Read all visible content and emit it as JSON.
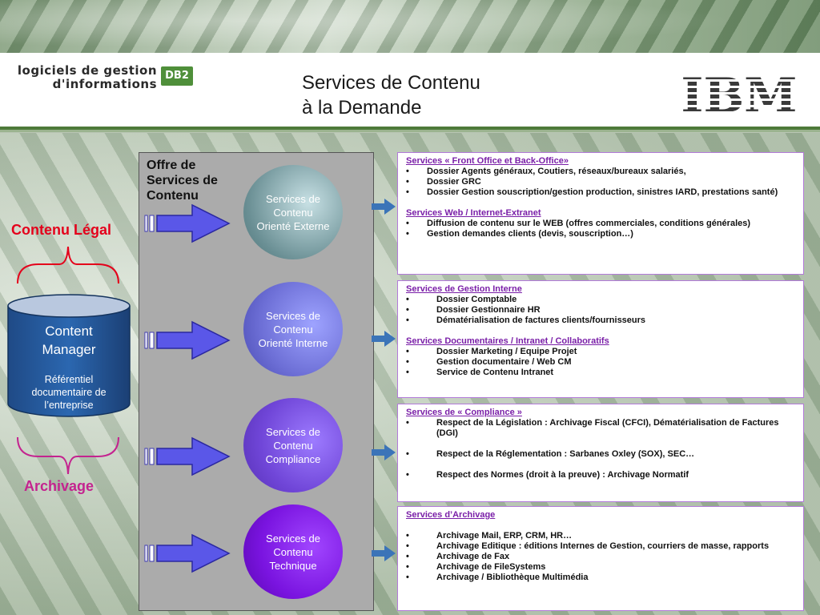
{
  "header": {
    "logo_line1": "logiciels de gestion",
    "logo_line2": "d'informations",
    "db2_badge": "DB2",
    "title_line1": "Services de Contenu",
    "title_line2": "à la Demande",
    "brand": "IBM"
  },
  "left": {
    "label_top": "Contenu Légal",
    "label_bottom": "Archivage",
    "database": {
      "title_line1": "Content",
      "title_line2": "Manager",
      "subtitle_line1": "Référentiel",
      "subtitle_line2": "documentaire de",
      "subtitle_line3": "l’entreprise"
    }
  },
  "panel": {
    "title_line1": "Offre de",
    "title_line2": "Services de",
    "title_line3": "Contenu",
    "circles": [
      {
        "line1": "Services de",
        "line2": "Contenu",
        "line3": "Orienté Externe"
      },
      {
        "line1": "Services de",
        "line2": "Contenu",
        "line3": "Orienté Interne"
      },
      {
        "line1": "Services de",
        "line2": "Contenu",
        "line3": "Compliance"
      },
      {
        "line1": "Services de",
        "line2": "Contenu",
        "line3": "Technique"
      }
    ]
  },
  "boxes": [
    {
      "sections": [
        {
          "title": "Services « Front Office et Back-Office»",
          "items": [
            "Dossier Agents généraux, Coutiers, réseaux/bureaux salariés,",
            "Dossier GRC",
            "Dossier Gestion souscription/gestion production, sinistres IARD, prestations santé)"
          ]
        },
        {
          "title": "Services Web / Internet-Extranet",
          "items": [
            "Diffusion de contenu sur le WEB (offres commerciales, conditions générales)",
            "Gestion demandes clients (devis, souscription…)"
          ]
        }
      ]
    },
    {
      "sections": [
        {
          "title": "Services de Gestion Interne",
          "items": [
            "Dossier Comptable",
            "Dossier Gestionnaire HR",
            "Dématérialisation de factures clients/fournisseurs"
          ]
        },
        {
          "title": "Services Documentaires / Intranet / Collaboratifs",
          "items": [
            "Dossier Marketing / Equipe Projet",
            "Gestion documentaire / Web CM",
            "Service de Contenu Intranet"
          ]
        }
      ]
    },
    {
      "sections": [
        {
          "title": "Services de « Compliance »",
          "items": [
            "Respect de la Législation : Archivage Fiscal (CFCI), Dématérialisation de Factures (DGI)",
            "Respect de la Réglementation : Sarbanes Oxley (SOX), SEC…",
            "Respect des Normes (droit à la preuve) : Archivage Normatif"
          ]
        }
      ]
    },
    {
      "sections": [
        {
          "title": "Services d’Archivage",
          "items": [
            "Archivage Mail, ERP, CRM, HR…",
            "Archivage Editique : éditions Internes de Gestion, courriers de masse, rapports",
            "Archivage de Fax",
            "Archivage de FileSystems",
            "Archivage / Bibliothèque Multimédia"
          ]
        }
      ]
    }
  ]
}
